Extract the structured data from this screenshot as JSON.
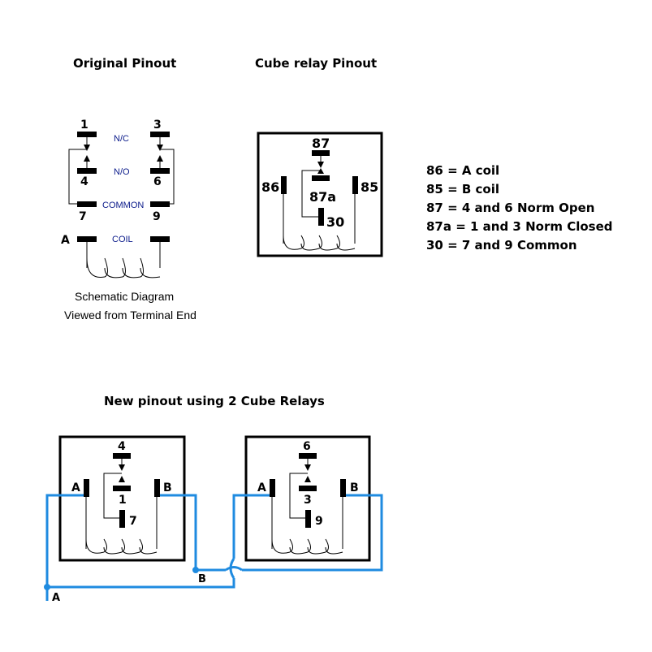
{
  "headings": {
    "original": "Original Pinout",
    "cube": "Cube relay Pinout",
    "new": "New pinout using 2 Cube Relays"
  },
  "original_pinout": {
    "pins": {
      "top_left": "1",
      "top_right": "3",
      "mid_left": "4",
      "mid_right": "6",
      "bot_left": "7",
      "bot_right": "9",
      "coil_left": "A"
    },
    "labels": {
      "nc": "N/C",
      "no": "N/O",
      "common": "COMMON",
      "coil": "COIL"
    },
    "caption_line1": "Schematic Diagram",
    "caption_line2": "Viewed from Terminal End"
  },
  "cube_relay": {
    "pins": {
      "top": "87",
      "middle": "87a",
      "common": "30",
      "left": "86",
      "right": "85"
    }
  },
  "legend": [
    "86 = A coil",
    "85 = B coil",
    "87 = 4 and 6 Norm Open",
    "87a = 1 and 3 Norm Closed",
    "30 = 7 and 9 Common"
  ],
  "new_pinout": {
    "relay1": {
      "top": "4",
      "middle": "1",
      "common": "7",
      "left": "A",
      "right": "B"
    },
    "relay2": {
      "top": "6",
      "middle": "3",
      "common": "9",
      "left": "A",
      "right": "B"
    },
    "wire_b": "B",
    "wire_a": "A"
  },
  "colors": {
    "wire": "#1f8be0",
    "line": "#000000",
    "label_blue": "#0a1a8a"
  }
}
